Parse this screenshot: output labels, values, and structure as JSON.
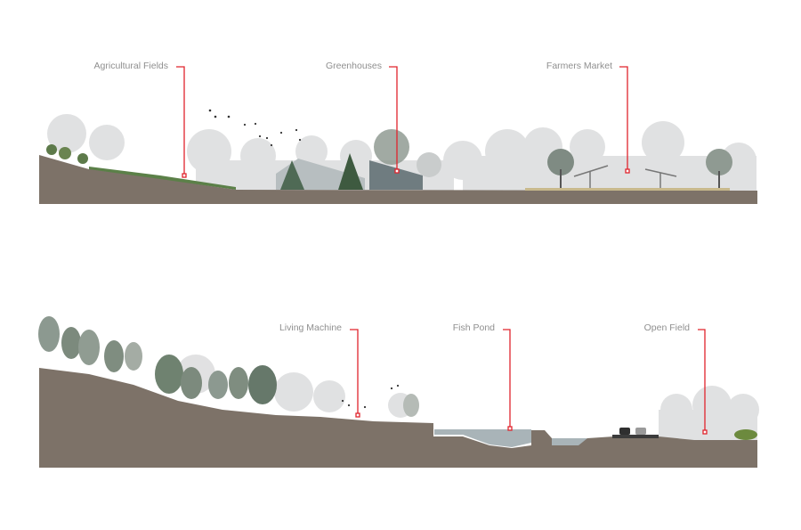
{
  "sections": [
    {
      "name": "upper-section",
      "labels": [
        "Agricultural Fields",
        "Greenhouses",
        "Farmers Market"
      ]
    },
    {
      "name": "lower-section",
      "labels": [
        "Living Machine",
        "Fish Pond",
        "Open Field"
      ]
    }
  ],
  "colors": {
    "ground": "#7d7268",
    "leader": "#e0242c",
    "label": "#8f8f8f",
    "water": "#a9b4b8",
    "greenhouse": "#6f7c80"
  }
}
